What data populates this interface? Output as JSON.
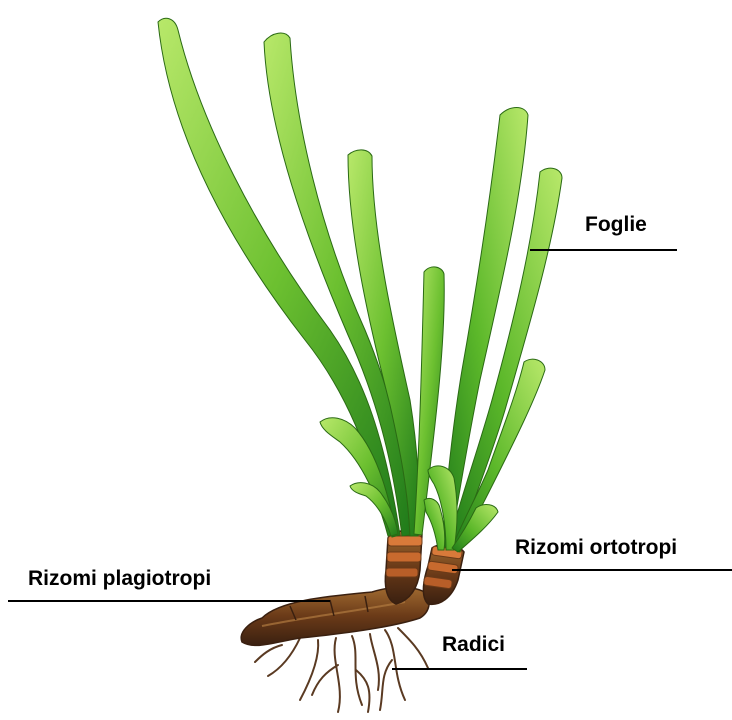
{
  "labels": {
    "foglie": "Foglie",
    "rizomi_ortotropi": "Rizomi ortotropi",
    "rizomi_plagiotropi": "Rizomi plagiotropi",
    "radici": "Radici"
  },
  "colors": {
    "leaf_light": "#a8e05a",
    "leaf_mid": "#5cb82a",
    "leaf_dark": "#1f7a1a",
    "rhizome_dark": "#4a2a10",
    "rhizome_mid": "#7a4a20",
    "rhizome_light": "#a06a30",
    "ring_orange": "#d97a3a",
    "root": "#5a3a22",
    "leader_line": "#000000"
  }
}
